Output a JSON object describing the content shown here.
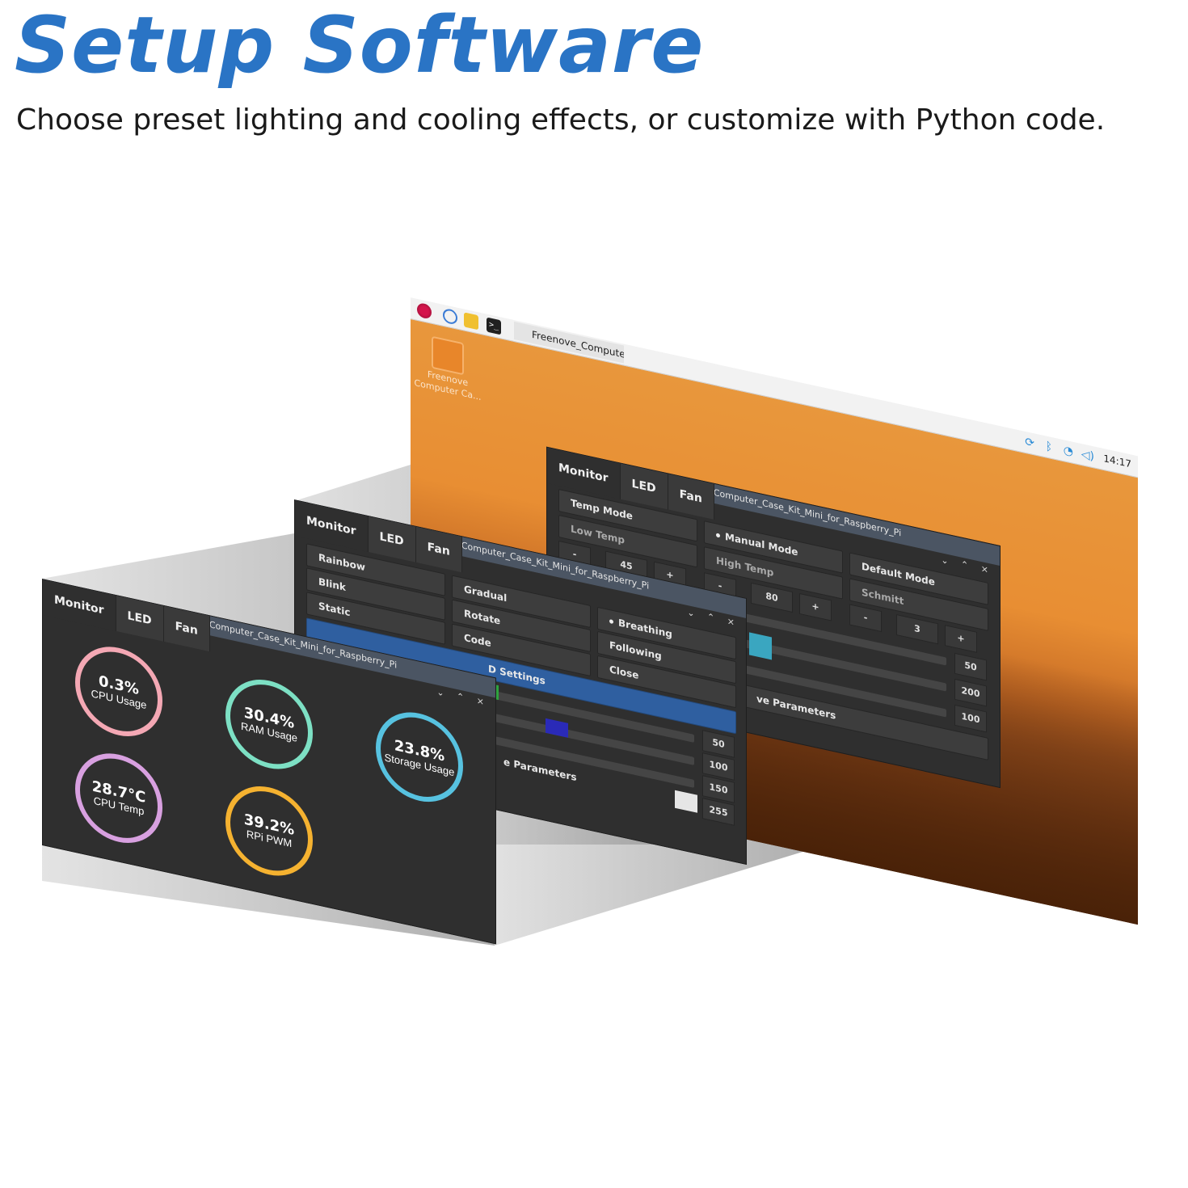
{
  "hero": {
    "title": "Setup Software",
    "subtitle": "Choose preset lighting and cooling effects, or customize with Python code."
  },
  "colors": {
    "title_blue": "#2a74c5",
    "app_bg": "#2f2f2f",
    "titlebar": "#4b5563",
    "desktop_orange": "#e8973c",
    "cpu_usage_ring": "#f4a8b4",
    "ram_usage_ring": "#7de0c4",
    "storage_ring": "#57c2e0",
    "cpu_temp_ring": "#d8a0e0",
    "pwm_ring": "#f5b230"
  },
  "taskbar": {
    "task_label": "Freenove_Compute..",
    "clock": "14:17",
    "icons": [
      "raspberry-pi-icon",
      "globe-icon",
      "folder-icon",
      "terminal-icon",
      "sync-icon",
      "bluetooth-icon",
      "wifi-icon",
      "volume-icon"
    ]
  },
  "desktop": {
    "shortcut_label_1": "Freenove",
    "shortcut_label_2": "Computer Ca..."
  },
  "window_title": "Freenove_Computer_Case_Kit_Mini_for_Raspberry_Pi",
  "window_controls": "⌄ ⌃ ×",
  "tabs": {
    "monitor": "Monitor",
    "led": "LED",
    "fan": "Fan"
  },
  "fan_window": {
    "temp_mode": "Temp Mode",
    "manual_mode": "Manual Mode",
    "default_mode": "Default Mode",
    "low_temp": "Low Temp",
    "high_temp": "High Temp",
    "schmitt": "Schmitt",
    "minus": "-",
    "plus": "+",
    "low_temp_value": "45",
    "high_temp_value": "80",
    "schmitt_value": "3",
    "values": [
      "50",
      "200",
      "100"
    ],
    "parameters_label": "ve Parameters"
  },
  "led_window": {
    "modes_col1": [
      "Rainbow",
      "Blink",
      "Static"
    ],
    "modes_col2": [
      "Gradual",
      "Rotate",
      "Code"
    ],
    "modes_col3": [
      "Breathing",
      "Following",
      "Close"
    ],
    "settings_label": "D Settings",
    "values": [
      "50",
      "100",
      "150",
      "255"
    ],
    "parameters_label": "e Parameters"
  },
  "monitor_window": {
    "gauges": [
      {
        "value": "0.3%",
        "label": "CPU Usage"
      },
      {
        "value": "30.4%",
        "label": "RAM Usage"
      },
      {
        "value": "23.8%",
        "label": "Storage Usage"
      },
      {
        "value": "28.7°C",
        "label": "CPU Temp"
      },
      {
        "value": "39.2%",
        "label": "RPi PWM"
      }
    ]
  }
}
